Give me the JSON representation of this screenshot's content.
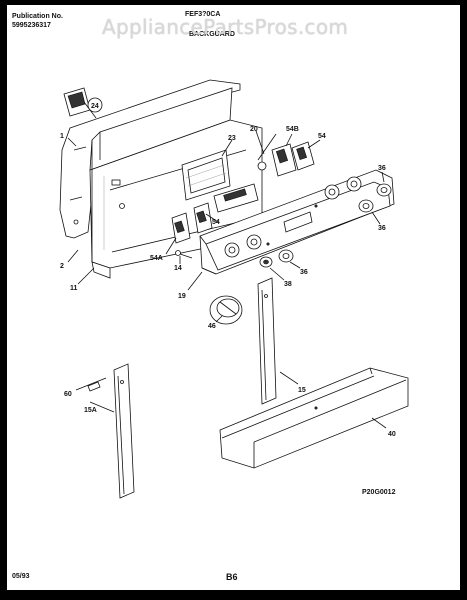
{
  "header": {
    "publication_label": "Publication No.",
    "publication_number": "5995236317",
    "model": "FEF3?0CA",
    "section": "BACKGUARD"
  },
  "watermark": "AppliancePartsPros.com",
  "callouts": {
    "c1": "1",
    "c2": "2",
    "c11": "11",
    "c24": "24",
    "c23": "23",
    "c20": "20",
    "c54b": "54B",
    "c54": "54",
    "c54_low": "54",
    "c54a": "54A",
    "c14": "14",
    "c19": "19",
    "c36_a": "36",
    "c36_b": "36",
    "c36_c": "36",
    "c38": "38",
    "c46": "46",
    "c15": "15",
    "c60": "60",
    "c15a": "15A",
    "c40": "40"
  },
  "drawing_code": "P20G0012",
  "footer": {
    "date": "05/93",
    "page": "B6"
  }
}
